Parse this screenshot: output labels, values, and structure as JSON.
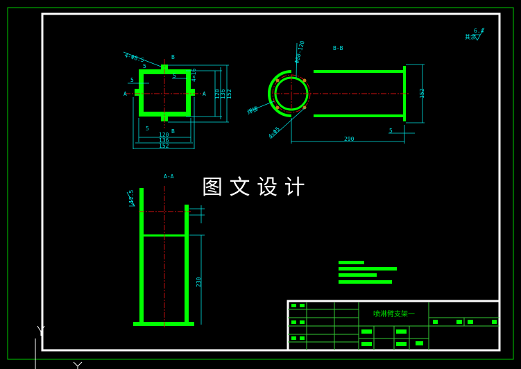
{
  "watermark": "图 文 设 计",
  "roughness_general": {
    "value": "6.4",
    "note": "其余"
  },
  "view_top": {
    "hole_note": "4-Φ8.5",
    "section_marks": [
      "B",
      "B",
      "A",
      "A"
    ],
    "dims": {
      "d5a": "5",
      "d5b": "5",
      "d5c": "5",
      "d5d": "5",
      "d16": "4×16",
      "w120": "120",
      "w136": "136",
      "w152": "152",
      "h120": "120",
      "h136": "136",
      "h152": "152"
    }
  },
  "view_bb": {
    "title": "B-B",
    "circle_note": "Φ80-120",
    "weld_note": "焊接",
    "hole_note": "4×Φ5",
    "dims": {
      "length": "290",
      "height": "152",
      "thickness": "5"
    }
  },
  "view_aa": {
    "title": "A-A",
    "roughness": "12.5",
    "dims": {
      "height": "230"
    }
  },
  "title_block": {
    "drawing_name": "喷淋臂支架一"
  }
}
